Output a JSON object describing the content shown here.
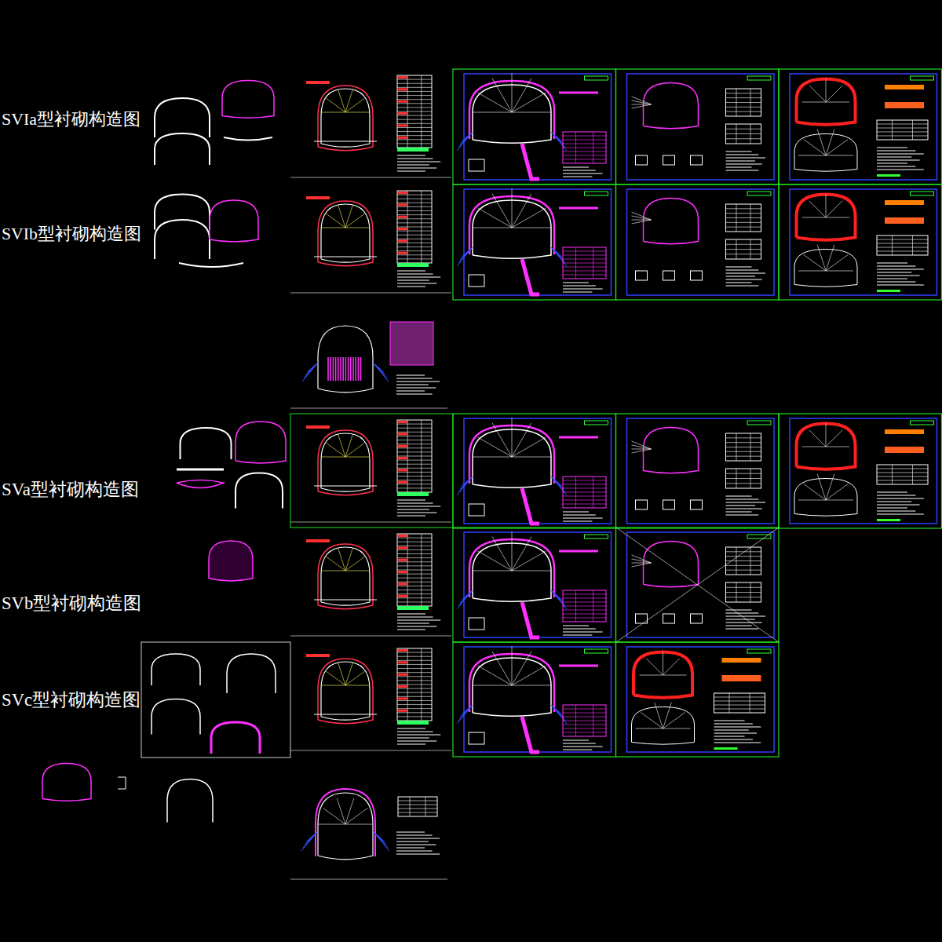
{
  "diagram": {
    "labels": [
      "SVIa型衬砌构造图",
      "SVIb型衬砌构造图",
      "SVa型衬砌构造图",
      "SVb型衬砌构造图",
      "SVc型衬砌构造图"
    ]
  }
}
